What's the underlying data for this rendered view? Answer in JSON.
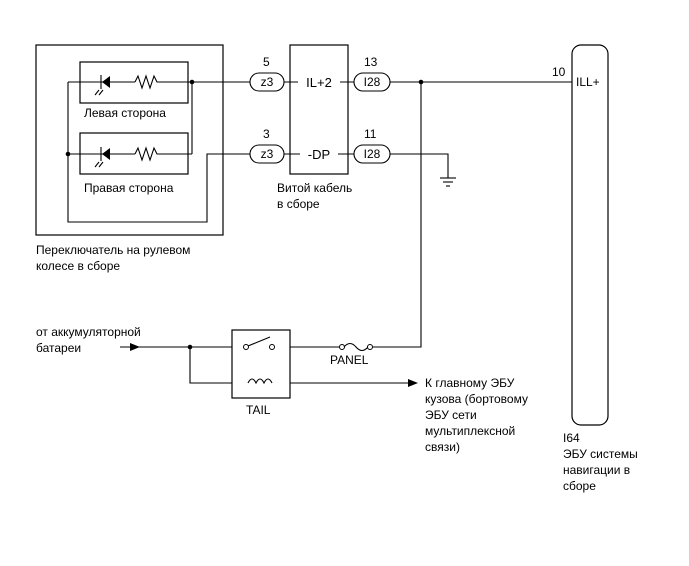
{
  "steering_switch": {
    "left_label": "Левая сторона",
    "right_label": "Правая сторона",
    "caption_line1": "Переключатель на рулевом",
    "caption_line2": "колесе в сборе"
  },
  "spiral_cable": {
    "top_pin": "5",
    "top_connector": "z3",
    "top_signal": "IL+2",
    "top_out_pin": "13",
    "top_out_connector": "I28",
    "bottom_pin": "3",
    "bottom_connector": "z3",
    "bottom_signal": "-DP",
    "bottom_out_pin": "11",
    "bottom_out_connector": "I28",
    "caption_line1": "Витой кабель",
    "caption_line2": "в сборе"
  },
  "nav_ecu": {
    "pin": "10",
    "pin_label": "ILL+",
    "code": "I64",
    "caption_line1": "ЭБУ системы",
    "caption_line2": "навигации в",
    "caption_line3": "сборе"
  },
  "battery": {
    "line1": "от аккумуляторной",
    "line2": "батареи"
  },
  "relay": {
    "label": "TAIL"
  },
  "fuse": {
    "label": "PANEL"
  },
  "body_ecu": {
    "line1": "К главному ЭБУ",
    "line2": "кузова (бортовому",
    "line3": "ЭБУ сети",
    "line4": "мультиплексной",
    "line5": "связи)"
  }
}
